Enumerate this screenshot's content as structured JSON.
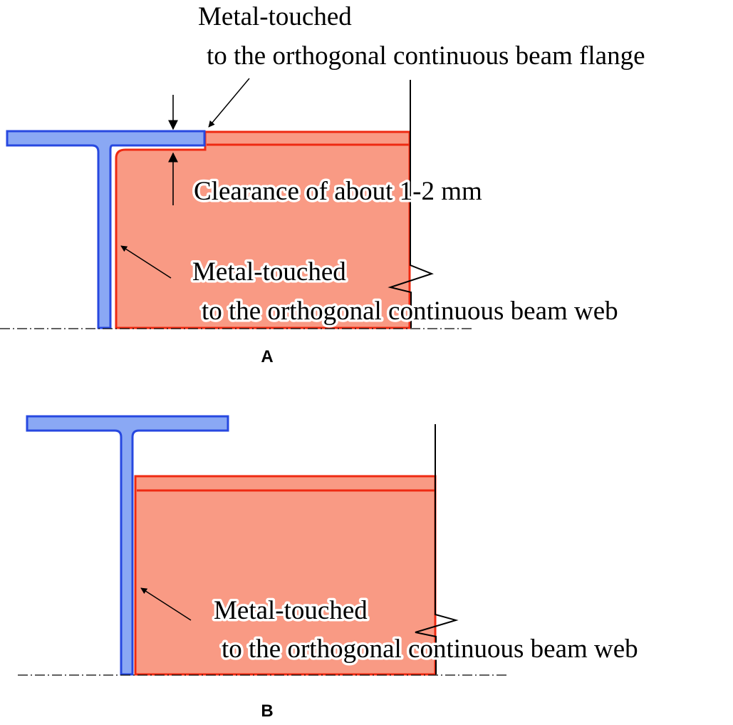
{
  "colors": {
    "beam_fill": "#8aa8f4",
    "beam_stroke": "#2748e0",
    "plate_fill": "#f99a84",
    "plate_stroke": "#ee2a12",
    "line": "#000000"
  },
  "panel_a": {
    "label": "A",
    "flange_note": {
      "line1": "Metal-touched",
      "line2": "to the orthogonal continuous beam flange"
    },
    "clearance_note": "Clearance of about 1-2 mm",
    "web_note": {
      "line1": "Metal-touched",
      "line2": "to the orthogonal continuous beam web"
    }
  },
  "panel_b": {
    "label": "B",
    "web_note": {
      "line1": "Metal-touched",
      "line2": "to the orthogonal continuous beam web"
    }
  }
}
